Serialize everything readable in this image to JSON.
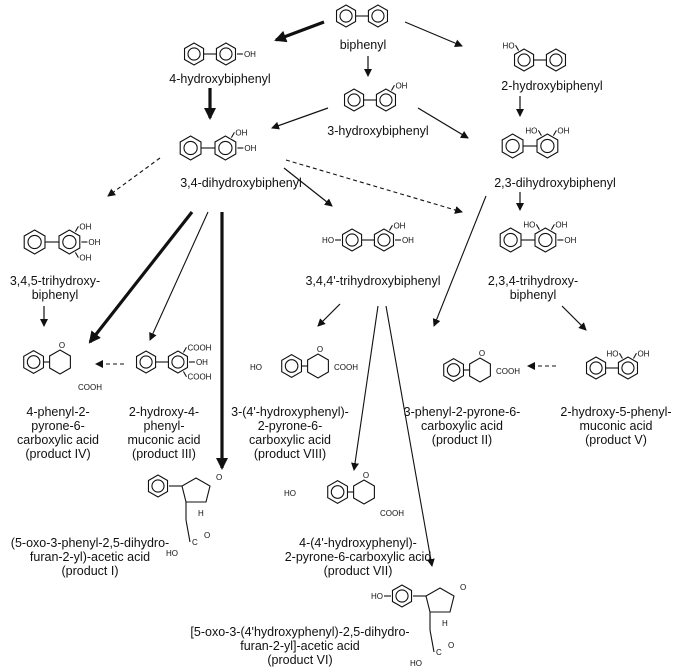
{
  "compounds": {
    "biphenyl": "biphenyl",
    "hb4": "4-hydroxybiphenyl",
    "hb3": "3-hydroxybiphenyl",
    "hb2": "2-hydroxybiphenyl",
    "dhb34": "3,4-dihydroxybiphenyl",
    "dhb23": "2,3-dihydroxybiphenyl",
    "thb345": "3,4,5-trihydroxy-\nbiphenyl",
    "thb344p": "3,4,4'-trihydroxybiphenyl",
    "thb234": "2,3,4-trihydroxy-\nbiphenyl",
    "p4": "4-phenyl-2-\npyrone-6-\ncarboxylic acid\n(product IV)",
    "p3": "2-hydroxy-4-\nphenyl-\nmuconic acid\n(product III)",
    "p8": "3-(4'-hydroxyphenyl)-\n2-pyrone-6-\ncarboxylic acid\n(product VIII)",
    "p2": "3-phenyl-2-pyrone-6-\ncarboxylic acid\n(product II)",
    "p5": "2-hydroxy-5-phenyl-\nmuconic acid\n(product V)",
    "p1": "(5-oxo-3-phenyl-2,5-dihydro-\nfuran-2-yl)-acetic acid\n(product I)",
    "p7": "4-(4'-hydroxyphenyl)-\n2-pyrone-6-carboxylic acid\n(product VII)",
    "p6": "[5-oxo-3-(4'hydroxyphenyl)-2,5-dihydro-\nfuran-2-yl]-acetic acid\n(product VI)"
  },
  "atom_labels": {
    "oh": "OH",
    "ho": "HO",
    "o": "O",
    "cooh": "COOH",
    "h": "H",
    "c": "C"
  }
}
